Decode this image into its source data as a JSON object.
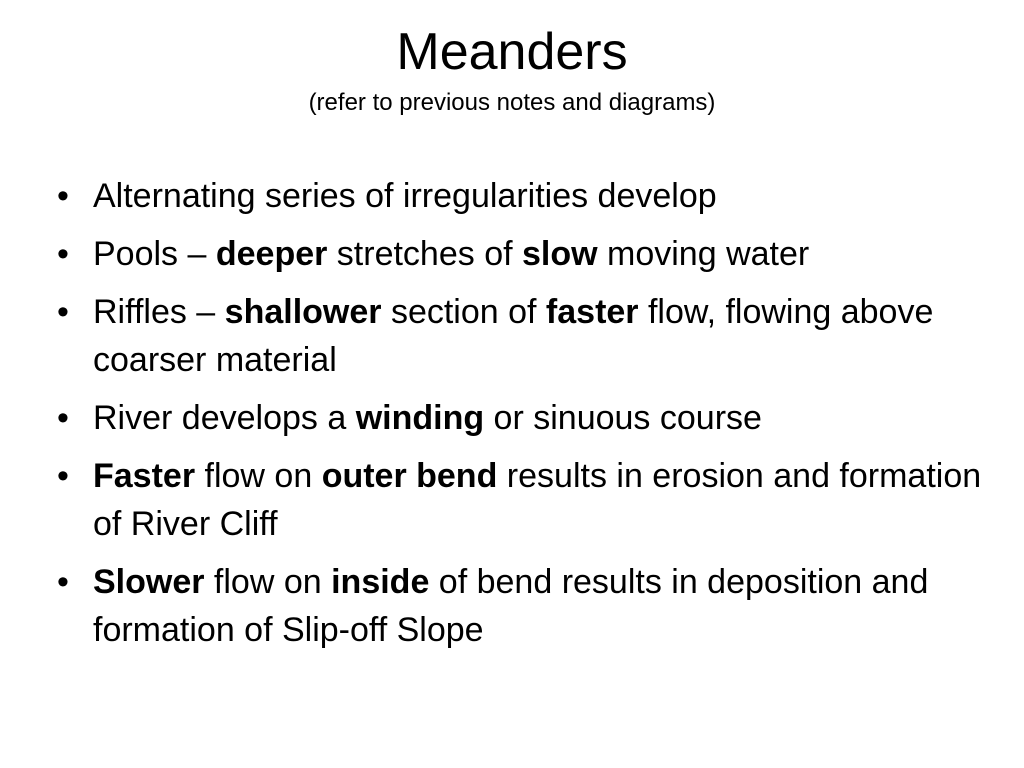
{
  "slide": {
    "title": "Meanders",
    "subtitle": "(refer to previous notes and diagrams)",
    "bullet_symbol": "•",
    "bullets": [
      {
        "segments": [
          {
            "text": "Alternating series of irregularities develop",
            "bold": false
          }
        ]
      },
      {
        "segments": [
          {
            "text": "Pools – ",
            "bold": false
          },
          {
            "text": "deeper",
            "bold": true
          },
          {
            "text": " stretches of ",
            "bold": false
          },
          {
            "text": "slow",
            "bold": true
          },
          {
            "text": " moving water",
            "bold": false
          }
        ]
      },
      {
        "segments": [
          {
            "text": "Riffles – ",
            "bold": false
          },
          {
            "text": "shallower",
            "bold": true
          },
          {
            "text": " section of ",
            "bold": false
          },
          {
            "text": "faster",
            "bold": true
          },
          {
            "text": " flow, flowing above coarser material",
            "bold": false
          }
        ]
      },
      {
        "segments": [
          {
            "text": "River develops a ",
            "bold": false
          },
          {
            "text": "winding",
            "bold": true
          },
          {
            "text": " or sinuous course",
            "bold": false
          }
        ]
      },
      {
        "segments": [
          {
            "text": "Faster",
            "bold": true
          },
          {
            "text": " flow on ",
            "bold": false
          },
          {
            "text": "outer bend",
            "bold": true
          },
          {
            "text": " results in erosion and formation of River Cliff",
            "bold": false
          }
        ]
      },
      {
        "segments": [
          {
            "text": "Slower",
            "bold": true
          },
          {
            "text": " flow on ",
            "bold": false
          },
          {
            "text": "inside",
            "bold": true
          },
          {
            "text": " of bend results in deposition and formation of Slip-off Slope",
            "bold": false
          }
        ]
      }
    ]
  }
}
